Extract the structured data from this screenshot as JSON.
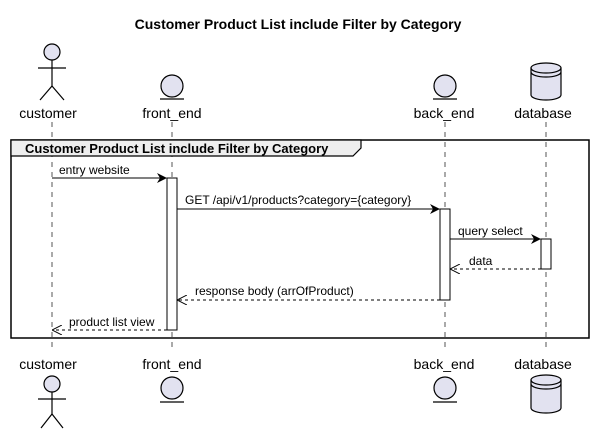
{
  "diagram": {
    "title": "Customer Product List include Filter by Category",
    "group_label": "Customer Product List include Filter by Category",
    "participants": [
      {
        "id": "customer",
        "label": "customer",
        "shape": "actor-icon"
      },
      {
        "id": "front_end",
        "label": "front_end",
        "shape": "entity-icon"
      },
      {
        "id": "back_end",
        "label": "back_end",
        "shape": "entity-icon"
      },
      {
        "id": "database",
        "label": "database",
        "shape": "database-icon"
      }
    ],
    "messages": [
      {
        "from": "customer",
        "to": "front_end",
        "label": "entry website",
        "style": "solid"
      },
      {
        "from": "front_end",
        "to": "back_end",
        "label": "GET /api/v1/products?category={category}",
        "style": "solid"
      },
      {
        "from": "back_end",
        "to": "database",
        "label": "query select",
        "style": "solid"
      },
      {
        "from": "database",
        "to": "back_end",
        "label": "data",
        "style": "dashed"
      },
      {
        "from": "back_end",
        "to": "front_end",
        "label": "response body (arrOfProduct)",
        "style": "dashed"
      },
      {
        "from": "front_end",
        "to": "customer",
        "label": "product list view",
        "style": "dashed"
      }
    ],
    "colors": {
      "participant_fill": "#e2e2f0",
      "group_header_fill": "#eeeeee",
      "line": "#000000"
    }
  }
}
